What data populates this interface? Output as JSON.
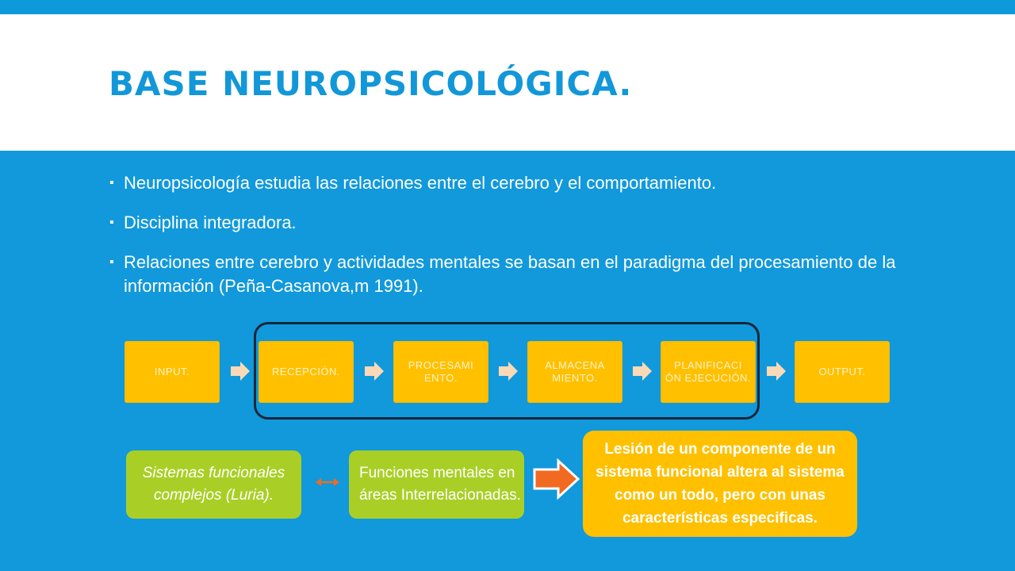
{
  "slide": {
    "title": "BASE NEUROPSICOLÓGICA.",
    "bullet_marker": "▪",
    "bullets": [
      "Neuropsicología estudia las relaciones entre el cerebro y el comportamiento.",
      "Disciplina integradora.",
      "Relaciones entre cerebro y actividades mentales se basan en el paradigma del procesamiento de la información (Peña-Casanova,m 1991)."
    ]
  },
  "flow": {
    "steps": [
      "INPUT.",
      "RECEPCIÓN.",
      "PROCESAMI ENTO.",
      "ALMACENA MIENTO.",
      "PLANIFICACI ÓN EJECUCIÓN.",
      "OUTPUT."
    ],
    "arrow_icon": "chevron-right-icon"
  },
  "bottom": {
    "left_box": "Sistemas funcionales complejos (Luria).",
    "middle_box": "Funciones mentales en áreas Interrelacionadas.",
    "right_box": "Lesión de un componente de un sistema funcional altera al sistema como un todo, pero con unas características especificas.",
    "link_icon": "double-arrow-icon",
    "result_icon": "arrow-right-icon"
  },
  "colors": {
    "accent_blue": "#1199DB",
    "title_blue": "#1297D8",
    "box_yellow": "#FFC000",
    "box_green": "#A9CF27",
    "arrow_orange": "#F26A21",
    "frame_dark": "#16263A"
  }
}
